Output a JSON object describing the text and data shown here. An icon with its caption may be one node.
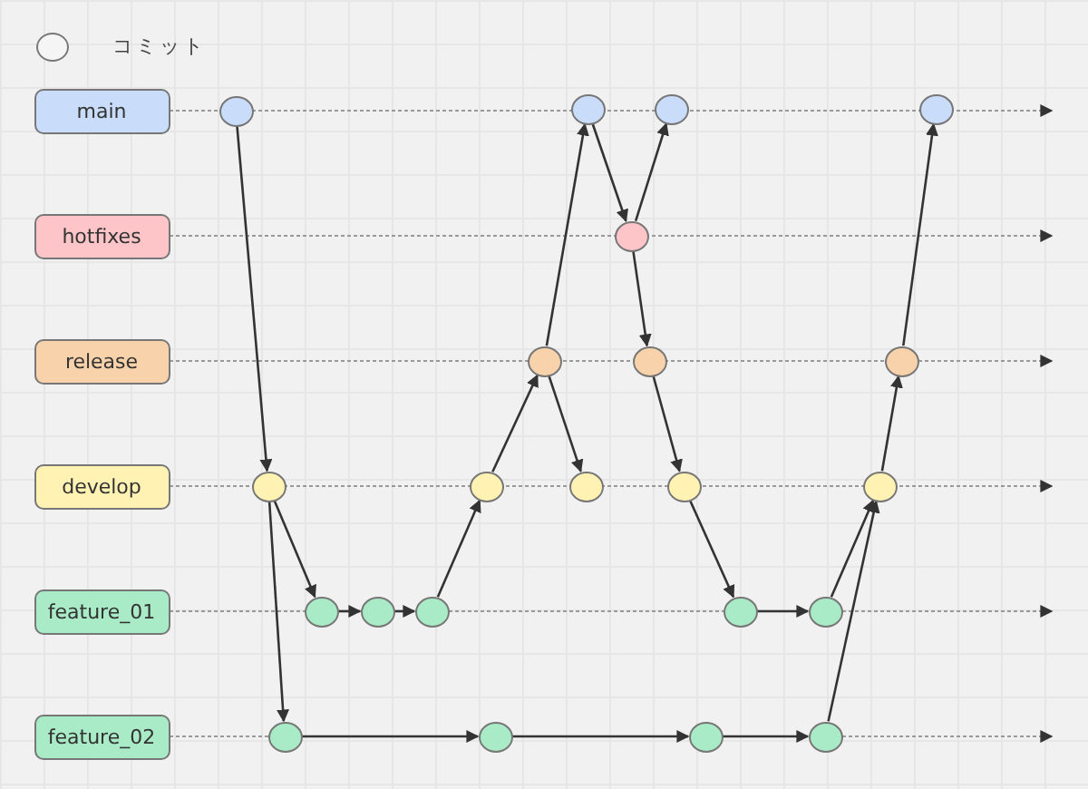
{
  "diagram": {
    "nodes": [
      {
        "text": [
          "main"
        ]
      },
      {
        "text": [
          "hotfixes"
        ]
      },
      {
        "text": [
          "release"
        ]
      },
      {
        "text": [
          "develop"
        ]
      },
      {
        "text": [
          "feature_01"
        ]
      },
      {
        "text": [
          "feature_02"
        ]
      },
      {
        "text": [],
        "shape": "circle"
      },
      {
        "text": [],
        "shape": "circle"
      },
      {
        "text": [],
        "shape": "circle"
      },
      {
        "text": [],
        "shape": "circle"
      },
      {
        "text": [],
        "shape": "circle"
      },
      {
        "text": [],
        "shape": "circle"
      },
      {
        "text": [],
        "shape": "circle"
      },
      {
        "text": [],
        "shape": "circle"
      },
      {
        "text": [],
        "shape": "circle"
      },
      {
        "text": [],
        "shape": "circle"
      },
      {
        "text": [],
        "shape": "circle"
      },
      {
        "text": [],
        "shape": "circle"
      },
      {
        "text": [],
        "shape": "circle"
      },
      {
        "text": [],
        "shape": "circle"
      },
      {
        "text": [],
        "shape": "circle"
      },
      {
        "text": [],
        "shape": "circle"
      },
      {
        "text": [],
        "shape": "circle"
      },
      {
        "text": [],
        "shape": "circle"
      },
      {
        "text": [],
        "shape": "circle"
      },
      {
        "text": [],
        "shape": "circle"
      },
      {
        "text": [],
        "shape": "circle"
      },
      {
        "text": [],
        "shape": "circle"
      }
    ],
    "edges": [
      {
        "from": 0,
        "to": null,
        "arrow": "to",
        "style": "dashed",
        "color": "#999999"
      },
      {
        "from": 1,
        "to": null,
        "arrow": "to",
        "style": "dashed",
        "color": "#999999"
      },
      {
        "from": 2,
        "to": null,
        "arrow": "to",
        "style": "dashed",
        "color": "#999999"
      },
      {
        "from": 3,
        "to": null,
        "arrow": "to",
        "style": "dashed",
        "color": "#999999"
      },
      {
        "from": 4,
        "to": null,
        "arrow": "to",
        "style": "dashed",
        "color": "#999999"
      },
      {
        "from": 5,
        "to": null,
        "arrow": "to",
        "style": "dashed",
        "color": "#999999"
      },
      {
        "from": 6,
        "to": 7,
        "arrow": "to"
      },
      {
        "from": 7,
        "to": 9,
        "arrow": "to"
      },
      {
        "from": 7,
        "to": 8,
        "arrow": "to"
      },
      {
        "from": 9,
        "to": 10,
        "arrow": "to"
      },
      {
        "from": 10,
        "to": 11,
        "arrow": "to"
      },
      {
        "from": 11,
        "to": 12,
        "arrow": "to"
      },
      {
        "from": 12,
        "to": 14,
        "arrow": "to"
      },
      {
        "from": 14,
        "to": 16,
        "arrow": "to"
      },
      {
        "from": 14,
        "to": 15,
        "arrow": "to"
      },
      {
        "from": 16,
        "to": 17,
        "arrow": "to"
      },
      {
        "from": 17,
        "to": 19,
        "arrow": "to"
      },
      {
        "from": 17,
        "to": 18,
        "arrow": "to"
      },
      {
        "from": 18,
        "to": 20,
        "arrow": "to"
      },
      {
        "from": 20,
        "to": 22,
        "arrow": "to"
      },
      {
        "from": 22,
        "to": 23,
        "arrow": "to"
      },
      {
        "from": 23,
        "to": 25,
        "arrow": "to"
      },
      {
        "from": 8,
        "to": 13,
        "arrow": "to"
      },
      {
        "from": 13,
        "to": 21,
        "arrow": "to"
      },
      {
        "from": 21,
        "to": 24,
        "arrow": "to"
      },
      {
        "from": 24,
        "to": 25,
        "arrow": "to"
      },
      {
        "from": 25,
        "to": 26,
        "arrow": "to"
      },
      {
        "from": 26,
        "to": 27,
        "arrow": "to"
      }
    ],
    "legend": [
      {
        "text": "コミット"
      }
    ]
  }
}
